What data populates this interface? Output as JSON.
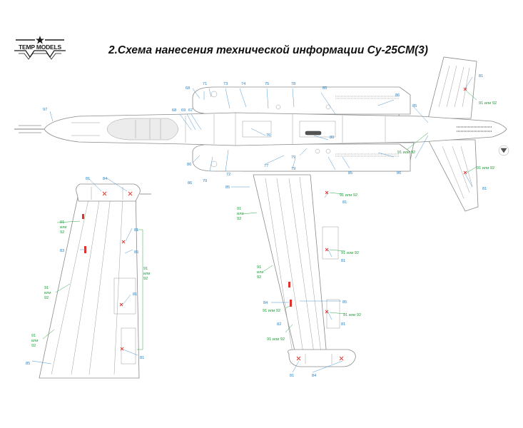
{
  "brand": {
    "name": "TEMP MODELS"
  },
  "title": "2.Схема нанесения технической информации Су-25СМ(3)",
  "callouts": {
    "n67": "67",
    "n68": "68",
    "n69": "69",
    "n70": "70",
    "n71": "71",
    "n72": "72",
    "n73": "73",
    "n74": "74",
    "n75": "75",
    "n76": "76",
    "n77": "77",
    "n78": "78",
    "n79": "79",
    "n80": "80",
    "n81": "81",
    "n82": "82",
    "n83": "83",
    "n84": "84",
    "n85": "85",
    "n86": "86",
    "n97": "97",
    "n91": "91",
    "n92": "92",
    "ili": "или",
    "n91_92": "91 или 92"
  },
  "colors": {
    "number_callout": "#2a7fc0",
    "alternative_callout": "#1f9a3a",
    "marking": "#e0322c",
    "outline": "#8a8a8a"
  }
}
